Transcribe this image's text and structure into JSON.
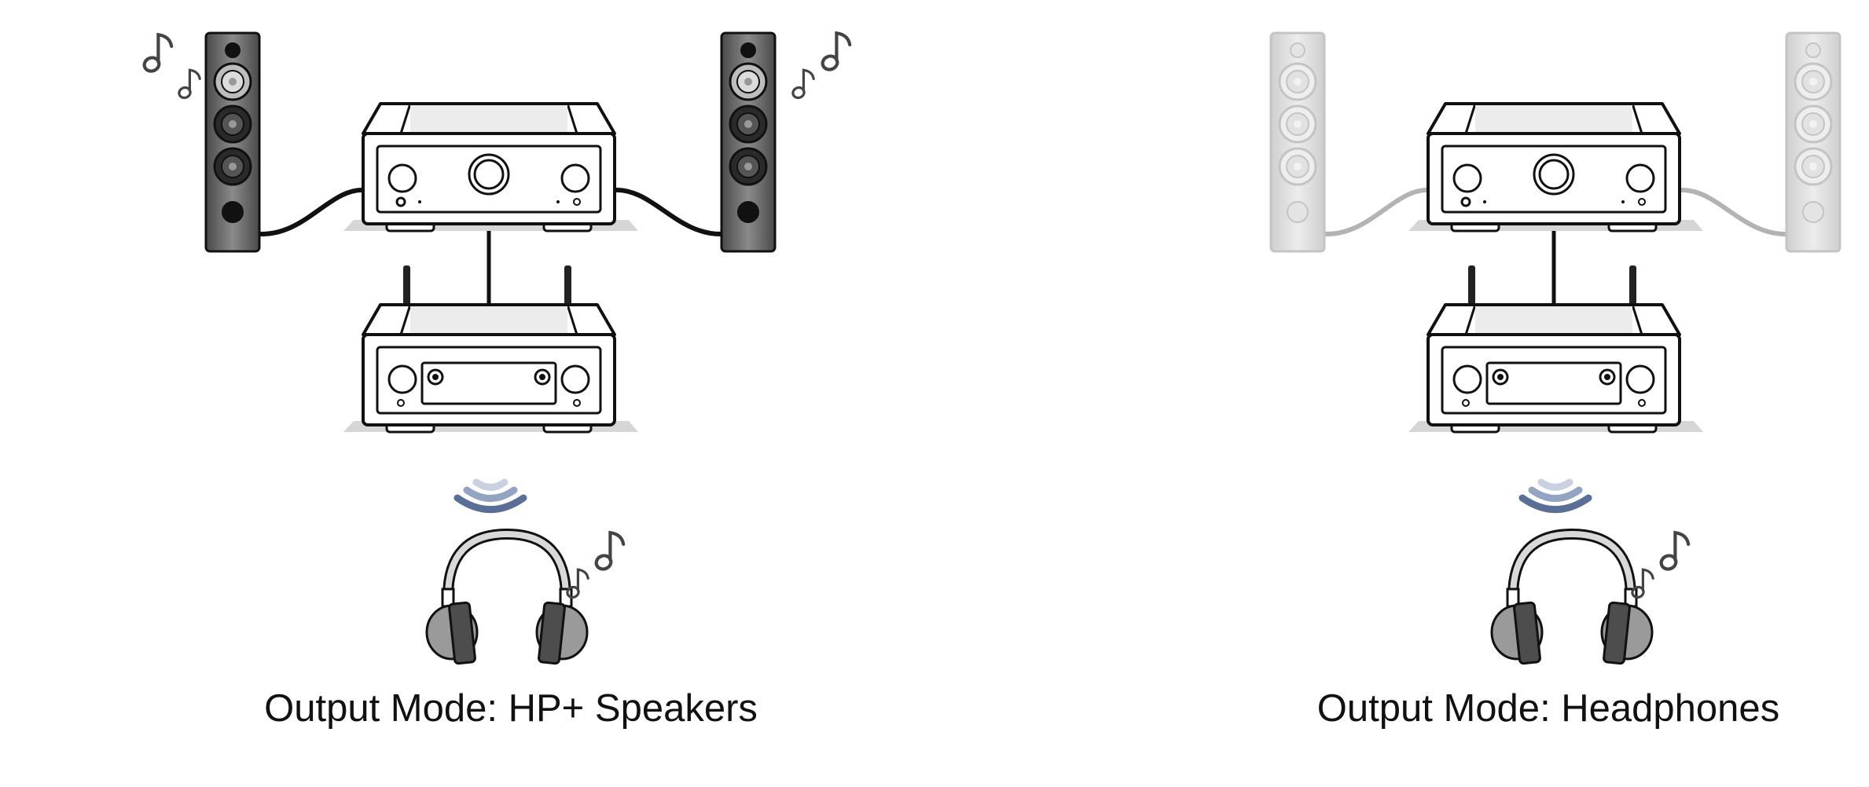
{
  "panels": [
    {
      "caption": "Output Mode: HP+ Speakers",
      "speakers_state": "active"
    },
    {
      "caption": "Output Mode: Headphones",
      "speakers_state": "muted"
    }
  ],
  "colors": {
    "outline": "#111111",
    "speaker_active": "#6f6f6f",
    "speaker_muted": "#d9d9d9",
    "cable_active": "#111111",
    "cable_muted": "#b3b3b3",
    "wireless_waves": "#5a6f96",
    "shadow": "#d6d6d6",
    "earcup": "#9a9a9a"
  },
  "icons": [
    "music-note-icon",
    "wireless-signal-icon",
    "headphones-icon",
    "speaker-icon",
    "amplifier-icon",
    "receiver-icon"
  ]
}
